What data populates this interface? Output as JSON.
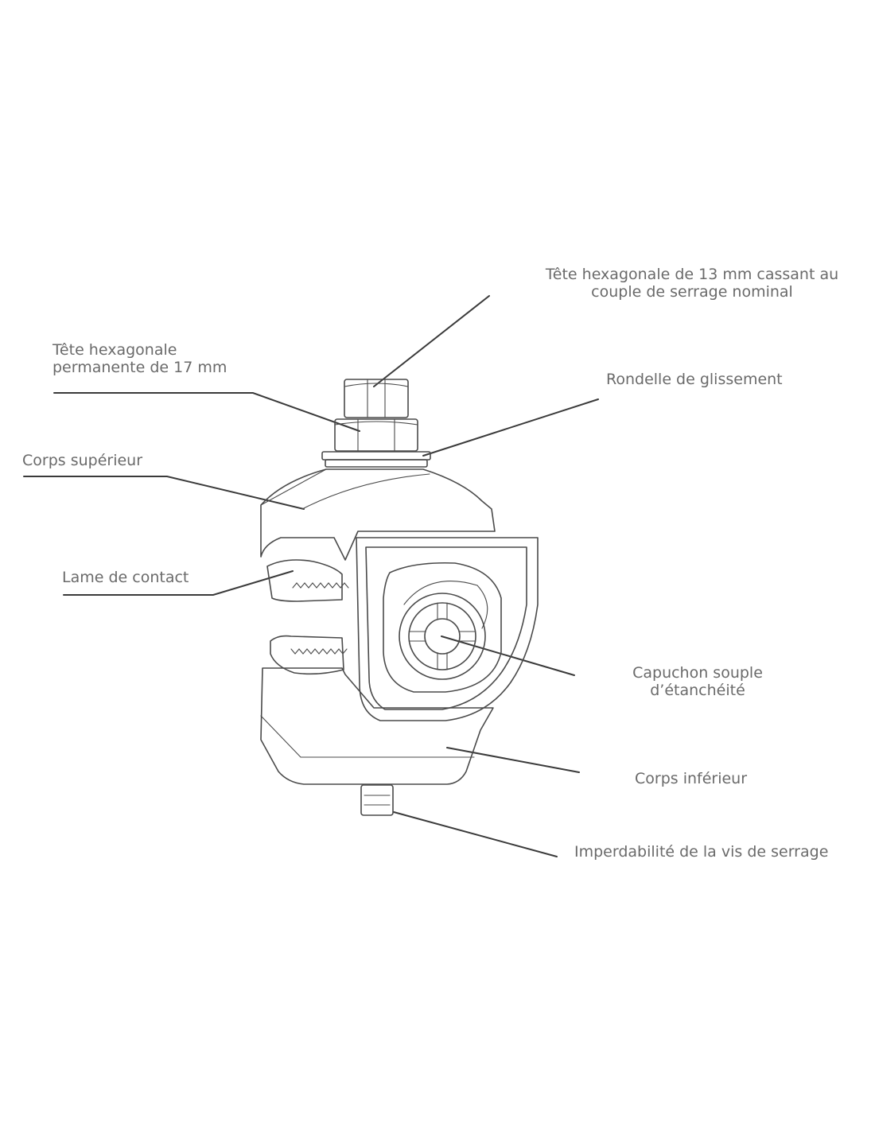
{
  "labels": {
    "breakaway_head": [
      "Tête hexagonale de 13 mm cassant au",
      "couple de serrage nominal"
    ],
    "permanent_head": [
      "Tête hexagonale",
      "permanente de 17 mm"
    ],
    "washer": "Rondelle de glissement",
    "upper_body": "Corps supérieur",
    "contact_blade": "Lame de contact",
    "sealing_cap": [
      "Capuchon souple",
      "d’étanchéité"
    ],
    "lower_body": "Corps inférieur",
    "captive_screw": "Imperdabilité de la vis de serrage"
  }
}
